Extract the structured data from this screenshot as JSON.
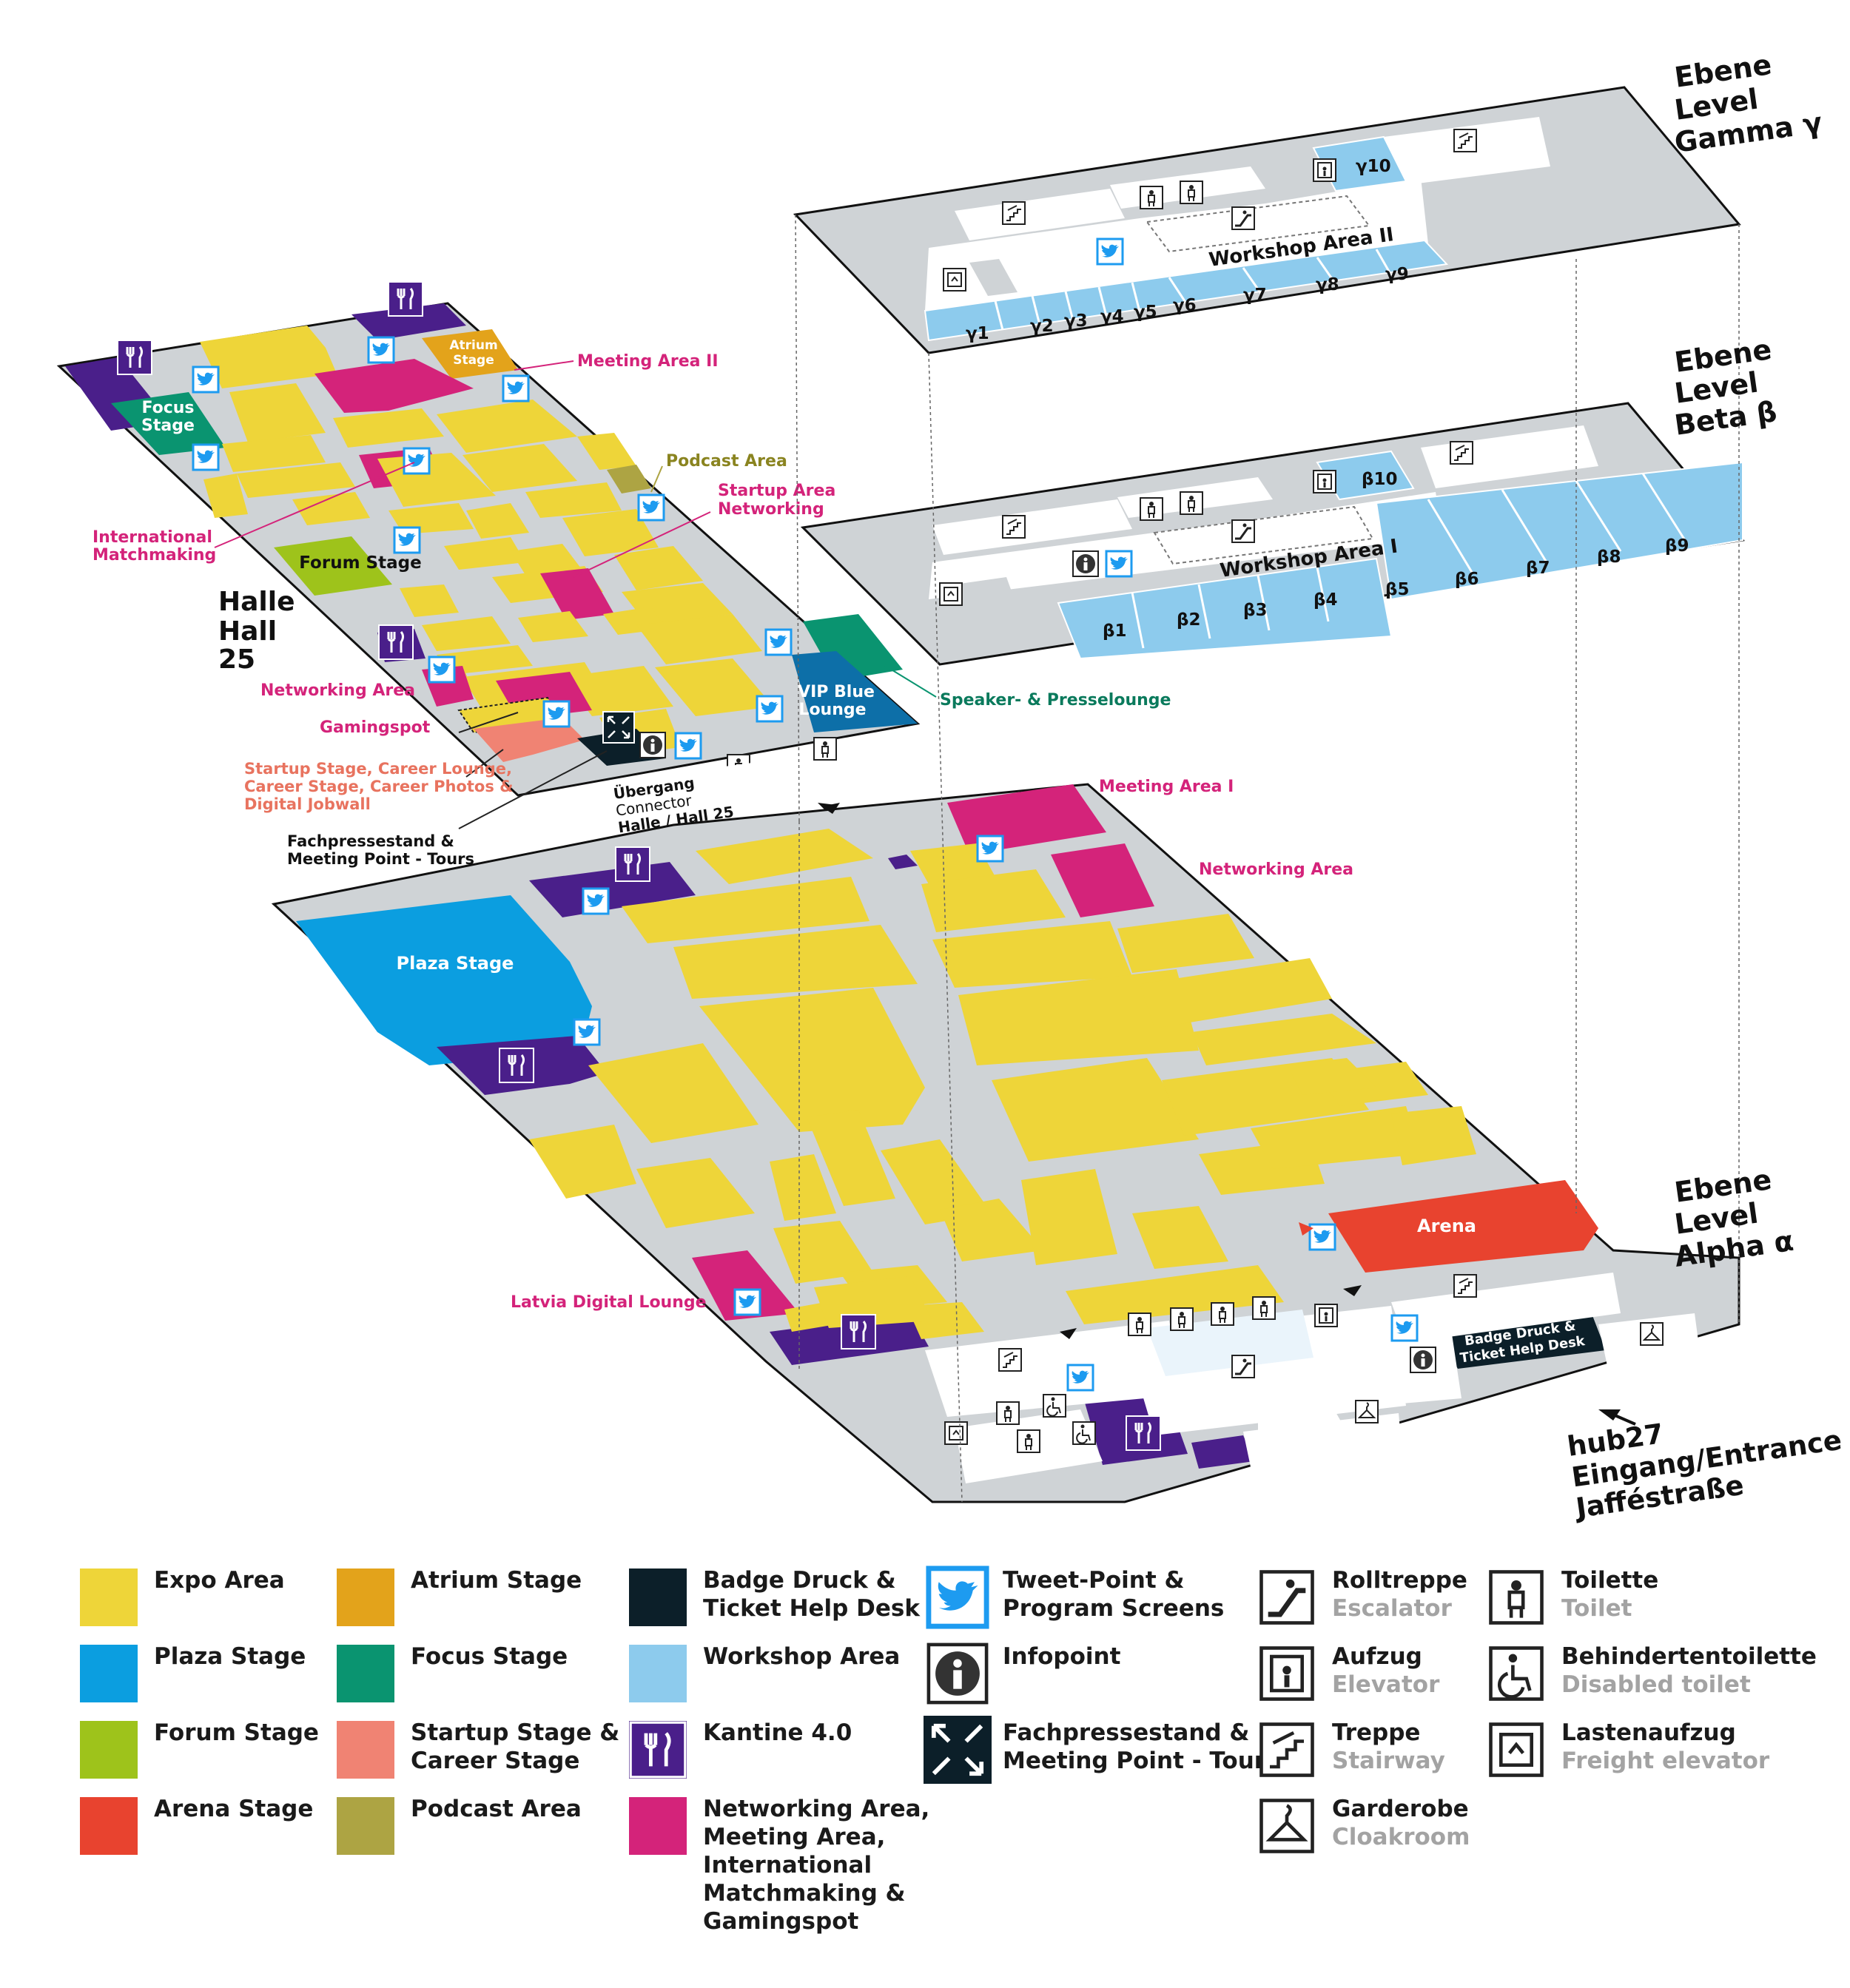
{
  "levels": {
    "gamma": {
      "l1": "Ebene",
      "l2": "Level",
      "l3": "Gamma γ"
    },
    "beta": {
      "l1": "Ebene",
      "l2": "Level",
      "l3": "Beta β"
    },
    "alpha": {
      "l1": "Ebene",
      "l2": "Level",
      "l3": "Alpha α"
    }
  },
  "gamma_floor": {
    "workshop": "Workshop Area II",
    "rooms": [
      "γ1",
      "γ2",
      "γ3",
      "γ4",
      "γ5",
      "γ6",
      "γ7",
      "γ8",
      "γ9",
      "γ10"
    ]
  },
  "beta_floor": {
    "workshop": "Workshop Area I",
    "rooms": [
      "β1",
      "β2",
      "β3",
      "β4",
      "β5",
      "β6",
      "β7",
      "β8",
      "β9",
      "β10"
    ]
  },
  "hall25": {
    "title": [
      "Halle",
      "Hall",
      "25"
    ],
    "atrium": [
      "Atrium",
      "Stage"
    ],
    "focus": [
      "Focus",
      "Stage"
    ],
    "forum": "Forum Stage",
    "vip": [
      "VIP Blue",
      "Lounge"
    ],
    "callouts": {
      "meeting2": "Meeting Area II",
      "podcast": "Podcast Area",
      "startup_net": [
        "Startup Area",
        "Networking"
      ],
      "intl": [
        "International",
        "Matchmaking"
      ],
      "networking": "Networking Area",
      "gaming": "Gamingspot",
      "speaker": "Speaker- & Presselounge",
      "startup_stage": [
        "Startup Stage, Career Lounge,",
        "Career Stage, Career Photos &",
        "Digital Jobwall"
      ],
      "fachpresse": [
        "Fachpressestand &",
        "Meeting Point - Tours"
      ],
      "connector": [
        "Übergang",
        "Connector",
        "Halle / Hall 25"
      ]
    }
  },
  "alpha_floor": {
    "plaza": "Plaza Stage",
    "arena": "Arena",
    "badge": [
      "Badge Druck &",
      "Ticket Help Desk"
    ],
    "callouts": {
      "meeting1": "Meeting Area I",
      "networking": "Networking Area",
      "latvia": "Latvia Digital Lounge"
    },
    "entrance": [
      "hub27",
      "Eingang/Entrance",
      "Jafféstraße"
    ]
  },
  "legend": {
    "col1": [
      {
        "label": [
          "Expo Area"
        ],
        "color": "#eed539"
      },
      {
        "label": [
          "Plaza Stage"
        ],
        "color": "#0b9ee0"
      },
      {
        "label": [
          "Forum Stage"
        ],
        "color": "#9ec31b"
      },
      {
        "label": [
          "Arena Stage"
        ],
        "color": "#e8432f"
      }
    ],
    "col2": [
      {
        "label": [
          "Atrium Stage"
        ],
        "color": "#e3a31b"
      },
      {
        "label": [
          "Focus Stage"
        ],
        "color": "#0a9470"
      },
      {
        "label": [
          "Startup Stage &",
          "Career Stage"
        ],
        "color": "#f08373"
      },
      {
        "label": [
          "Podcast Area"
        ],
        "color": "#ada443"
      }
    ],
    "col3": [
      {
        "label": [
          "Badge Druck &",
          "Ticket Help Desk"
        ],
        "color": "#0c1f29"
      },
      {
        "label": [
          "Workshop Area"
        ],
        "color": "#8dcbed"
      },
      {
        "label": [
          "Kantine 4.0"
        ],
        "color": "#4a1f8a"
      },
      {
        "label": [
          "Networking Area,",
          "Meeting Area,",
          "International",
          "Matchmaking &",
          "Gamingspot"
        ],
        "color": "#d4237a"
      }
    ],
    "col4": [
      {
        "label": [
          "Tweet-Point &",
          "Program Screens"
        ],
        "icon": "tweet-icon"
      },
      {
        "label": [
          "Infopoint"
        ],
        "icon": "info-icon"
      },
      {
        "label": [
          "Fachpressestand &",
          "Meeting Point - Tours"
        ],
        "icon": "press-icon"
      }
    ],
    "col5": [
      {
        "label": [
          "Rolltreppe"
        ],
        "sub": "Escalator",
        "icon": "escalator-icon"
      },
      {
        "label": [
          "Aufzug"
        ],
        "sub": "Elevator",
        "icon": "elevator-icon"
      },
      {
        "label": [
          "Treppe"
        ],
        "sub": "Stairway",
        "icon": "stairs-icon"
      },
      {
        "label": [
          "Garderobe"
        ],
        "sub": "Cloakroom",
        "icon": "cloakroom-icon"
      }
    ],
    "col6": [
      {
        "label": [
          "Toilette"
        ],
        "sub": "Toilet",
        "icon": "toilet-icon"
      },
      {
        "label": [
          "Behindertentoilette"
        ],
        "sub": "Disabled toilet",
        "icon": "disabled-toilet-icon"
      },
      {
        "label": [
          "Lastenaufzug"
        ],
        "sub": "Freight elevator",
        "icon": "freight-elevator-icon"
      }
    ]
  },
  "colors": {
    "floor": "#cfd3d6",
    "expo": "#eed539",
    "plaza": "#0b9ee0",
    "forum": "#9ec31b",
    "arena": "#e8432f",
    "atrium": "#e3a31b",
    "focus": "#0a9470",
    "startup": "#f08373",
    "podcast": "#ada443",
    "badge": "#0c1f29",
    "workshop": "#8dcbed",
    "kantine": "#4a1f8a",
    "networking": "#d4237a",
    "vip": "#0d6fa8",
    "tweet": "#1d9bf0"
  }
}
